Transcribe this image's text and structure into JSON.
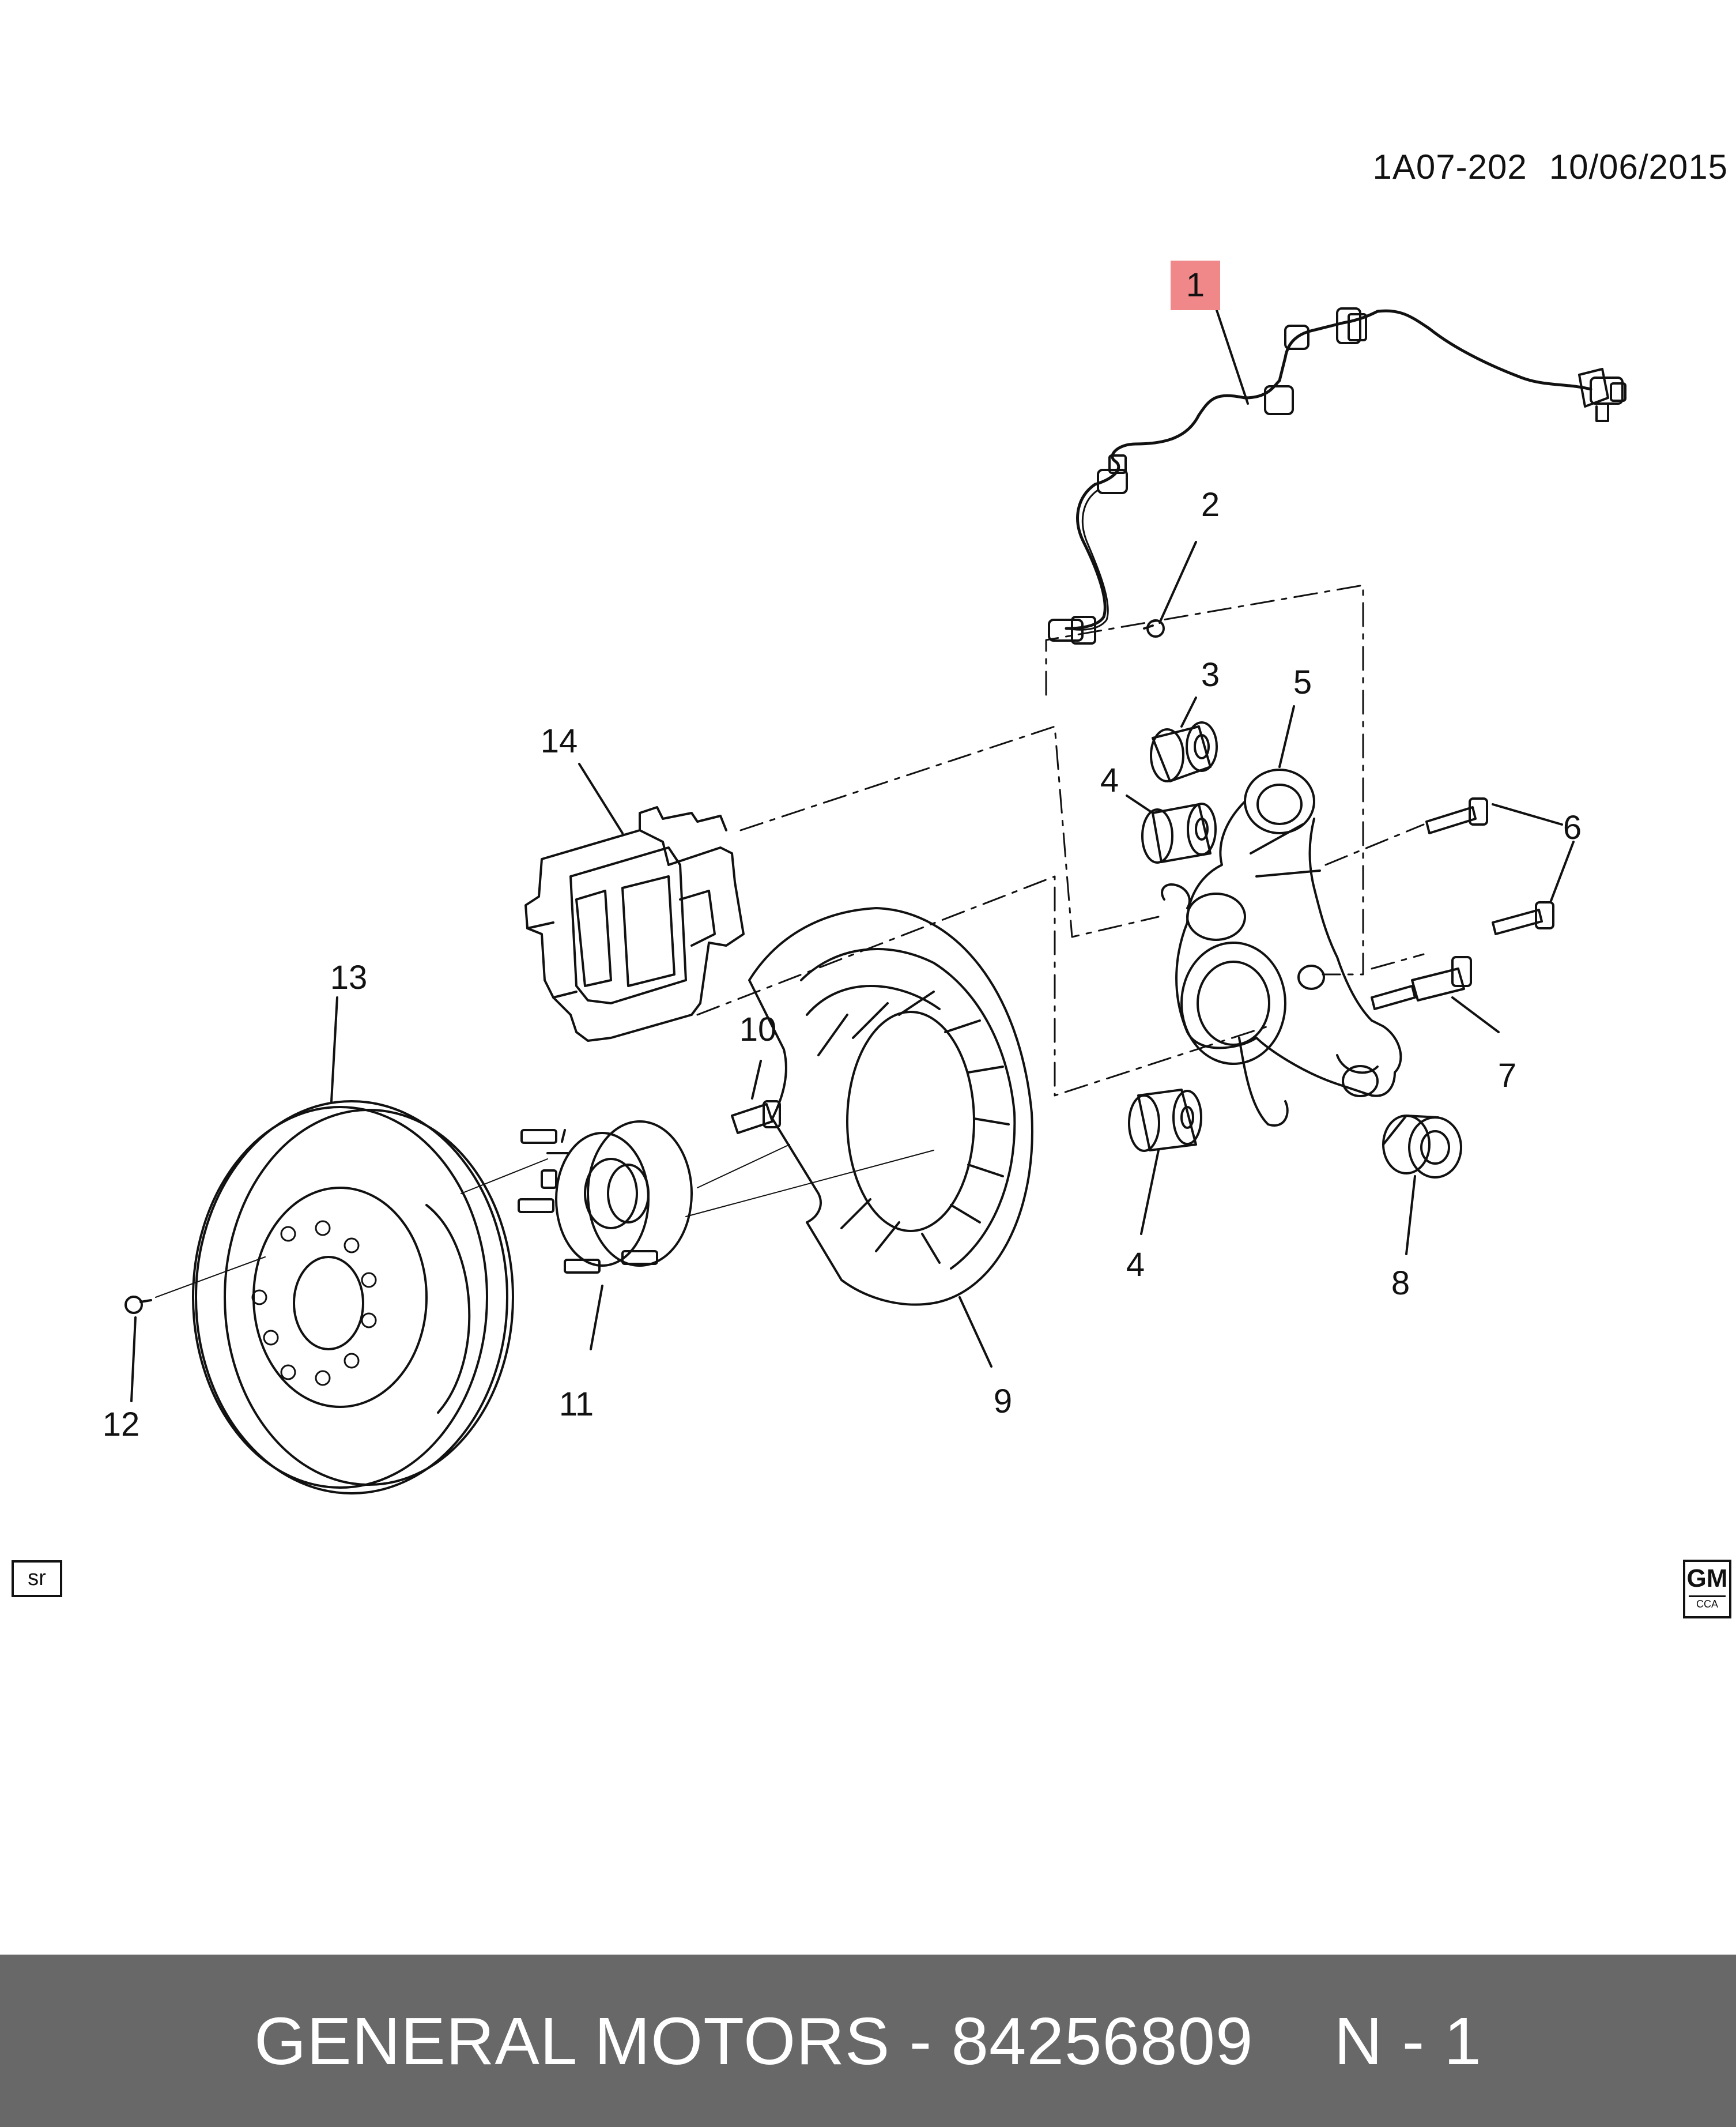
{
  "document": {
    "ref_code": "1A07-202",
    "ref_date": "10/06/2015"
  },
  "callouts": {
    "c1": "1",
    "c2": "2",
    "c3": "3",
    "c4a": "4",
    "c4b": "4",
    "c5": "5",
    "c6": "6",
    "c7": "7",
    "c8": "8",
    "c9": "9",
    "c10": "10",
    "c11": "11",
    "c12": "12",
    "c13": "13",
    "c14": "14"
  },
  "highlight_color": "#f0888a",
  "badge": {
    "sr": "sr"
  },
  "logo": {
    "brand": "GM",
    "sub": "CCA"
  },
  "footer": {
    "text": "GENERAL MOTORS - 84256809",
    "suffix": "N - 1",
    "background": "#686868"
  }
}
